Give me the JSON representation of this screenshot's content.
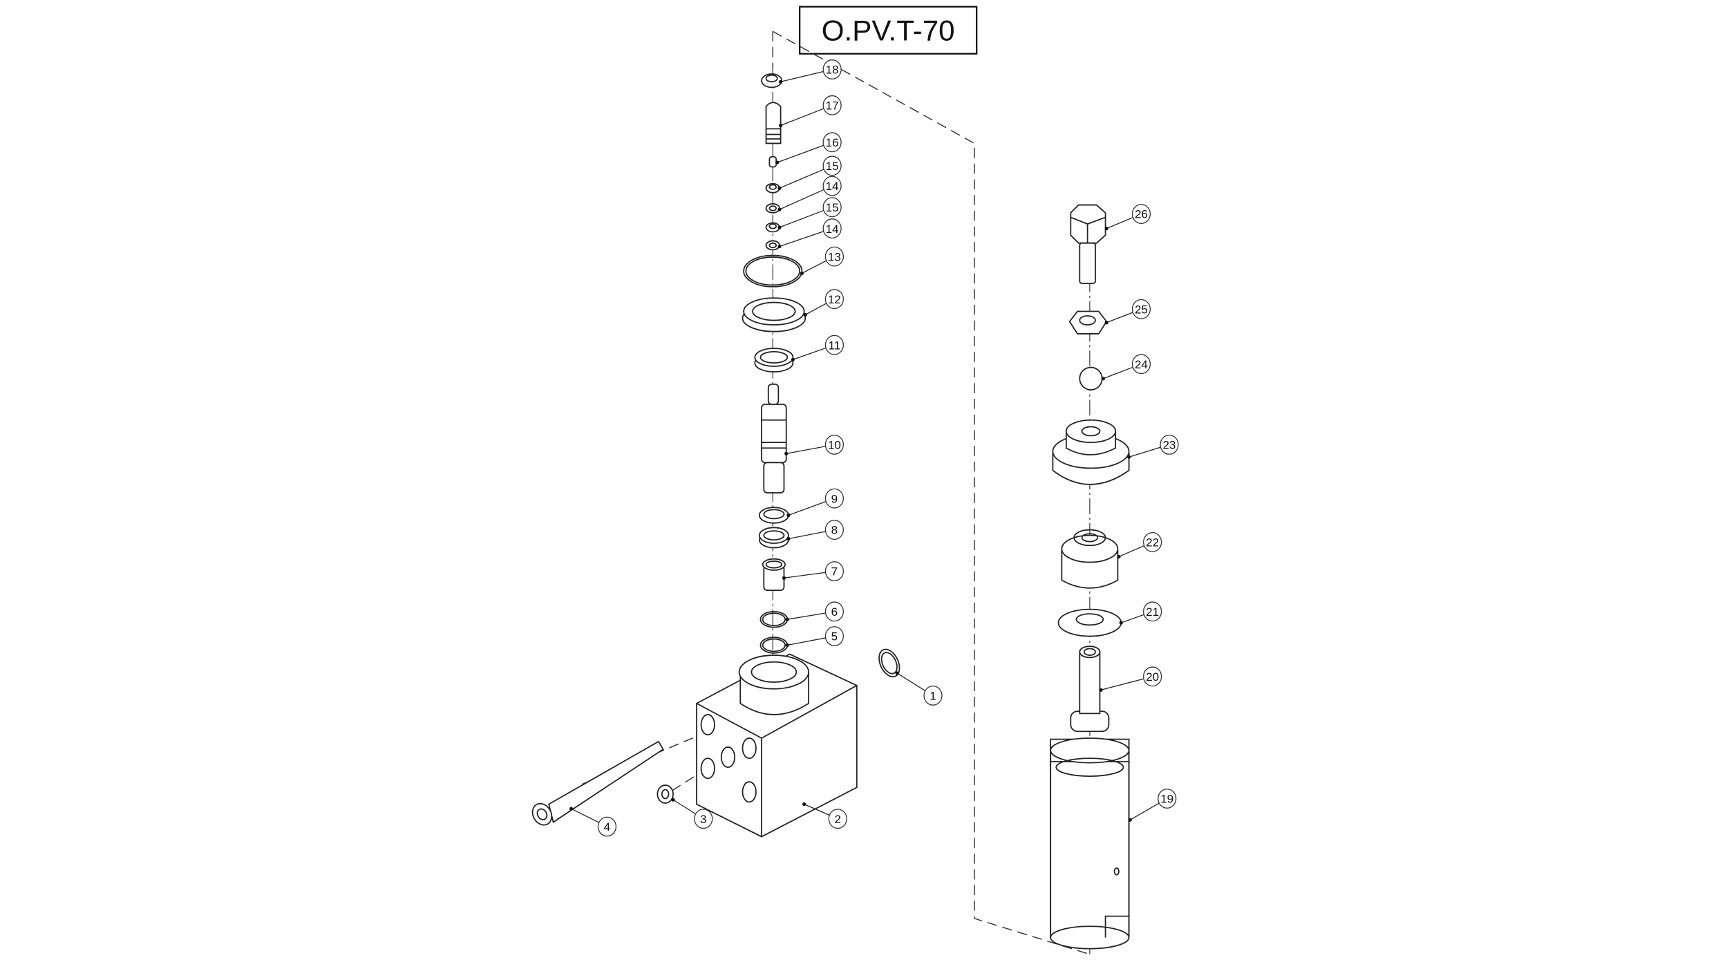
{
  "title": "O.PV.T-70",
  "callouts": [
    {
      "id": "c18",
      "label": "18"
    },
    {
      "id": "c17",
      "label": "17"
    },
    {
      "id": "c16",
      "label": "16"
    },
    {
      "id": "c15a",
      "label": "15"
    },
    {
      "id": "c14a",
      "label": "14"
    },
    {
      "id": "c15b",
      "label": "15"
    },
    {
      "id": "c14b",
      "label": "14"
    },
    {
      "id": "c13",
      "label": "13"
    },
    {
      "id": "c12",
      "label": "12"
    },
    {
      "id": "c11",
      "label": "11"
    },
    {
      "id": "c10",
      "label": "10"
    },
    {
      "id": "c9",
      "label": "9"
    },
    {
      "id": "c8",
      "label": "8"
    },
    {
      "id": "c7",
      "label": "7"
    },
    {
      "id": "c6",
      "label": "6"
    },
    {
      "id": "c5",
      "label": "5"
    },
    {
      "id": "c1",
      "label": "1"
    },
    {
      "id": "c2",
      "label": "2"
    },
    {
      "id": "c3",
      "label": "3"
    },
    {
      "id": "c4",
      "label": "4"
    },
    {
      "id": "c26",
      "label": "26"
    },
    {
      "id": "c25",
      "label": "25"
    },
    {
      "id": "c24",
      "label": "24"
    },
    {
      "id": "c23",
      "label": "23"
    },
    {
      "id": "c22",
      "label": "22"
    },
    {
      "id": "c21",
      "label": "21"
    },
    {
      "id": "c20",
      "label": "20"
    },
    {
      "id": "c19",
      "label": "19"
    }
  ]
}
